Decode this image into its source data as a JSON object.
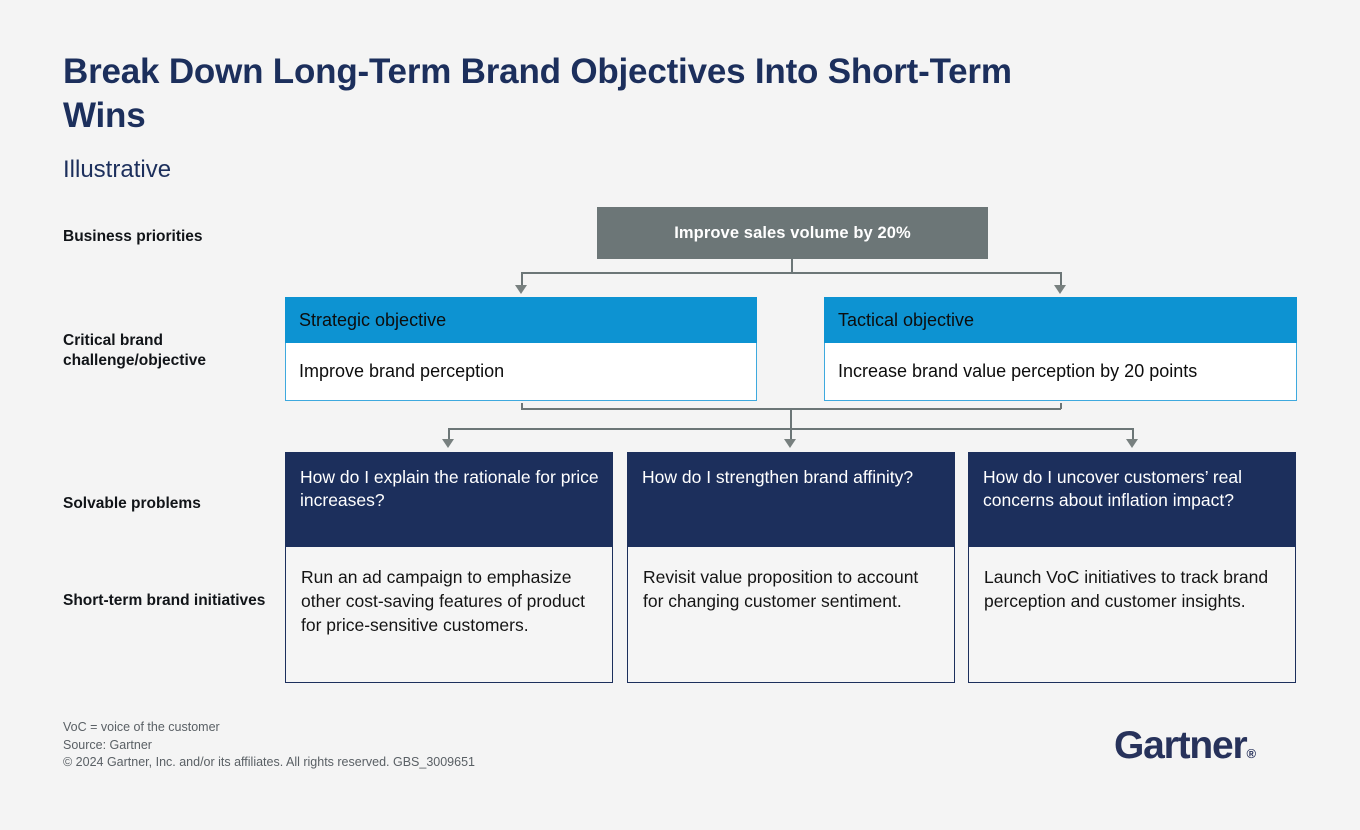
{
  "header": {
    "title": "Break Down Long-Term Brand Objectives Into Short-Term Wins",
    "subtitle": "Illustrative"
  },
  "colors": {
    "background": "#F4F4F4",
    "navy": "#1C2F5C",
    "blue": "#0D93D2",
    "grey": "#6C7677",
    "connector": "#6C7677",
    "footer_text": "#5A6065"
  },
  "row_labels": [
    "Business priorities",
    "Critical brand challenge/objective",
    "Solvable problems",
    "Short-term brand initiatives"
  ],
  "business_priority": {
    "label": "Improve sales volume by 20%"
  },
  "objectives": [
    {
      "heading": "Strategic objective",
      "detail": "Improve brand perception"
    },
    {
      "heading": "Tactical objective",
      "detail": "Increase brand value perception by 20 points"
    }
  ],
  "problems": [
    {
      "question": "How do I explain the rationale for price increases?",
      "initiative": "Run an ad campaign to emphasize other cost-saving features of product for price-sensitive customers."
    },
    {
      "question": "How do I strengthen brand affinity?",
      "initiative": "Revisit value proposition to account for changing customer sentiment."
    },
    {
      "question": "How do I uncover customers’ real concerns about inflation impact?",
      "initiative": "Launch VoC initiatives to track brand perception and customer insights."
    }
  ],
  "footer": {
    "abbreviation": "VoC = voice of the customer",
    "source": "Source: Gartner",
    "copyright": "© 2024 Gartner, Inc. and/or its affiliates. All rights reserved. GBS_3009651",
    "logo": "Gartner",
    "logo_mark": "®"
  }
}
